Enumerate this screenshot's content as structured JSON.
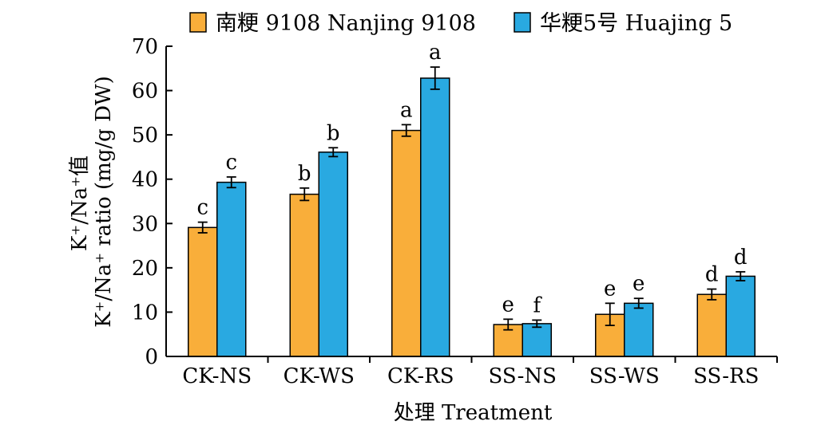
{
  "chart_data": {
    "type": "bar",
    "ylabel_cn": "K⁺/Na⁺值",
    "ylabel_en": "K⁺/Na⁺ ratio (mg/g DW)",
    "xlabel": "处理 Treatment",
    "categories": [
      "CK-NS",
      "CK-WS",
      "CK-RS",
      "SS-NS",
      "SS-WS",
      "SS-RS"
    ],
    "ylim": [
      0,
      70
    ],
    "yticks": [
      0,
      10,
      20,
      30,
      40,
      50,
      60,
      70
    ],
    "legend_position": "top",
    "series": [
      {
        "name": "南粳 9108 Nanjing 9108",
        "color": "#F9AE3A",
        "values": [
          29.1,
          36.6,
          51.0,
          7.2,
          9.5,
          14.0
        ],
        "errors": [
          1.2,
          1.4,
          1.3,
          1.2,
          2.5,
          1.2
        ],
        "labels": [
          "c",
          "b",
          "a",
          "e",
          "e",
          "d"
        ]
      },
      {
        "name": "华粳5号 Huajing 5",
        "color": "#29A9E1",
        "values": [
          39.3,
          46.1,
          62.8,
          7.4,
          12.0,
          18.1
        ],
        "errors": [
          1.2,
          1.0,
          2.5,
          0.8,
          1.1,
          1.0
        ],
        "labels": [
          "c",
          "b",
          "a",
          "f",
          "e",
          "d"
        ]
      }
    ]
  }
}
